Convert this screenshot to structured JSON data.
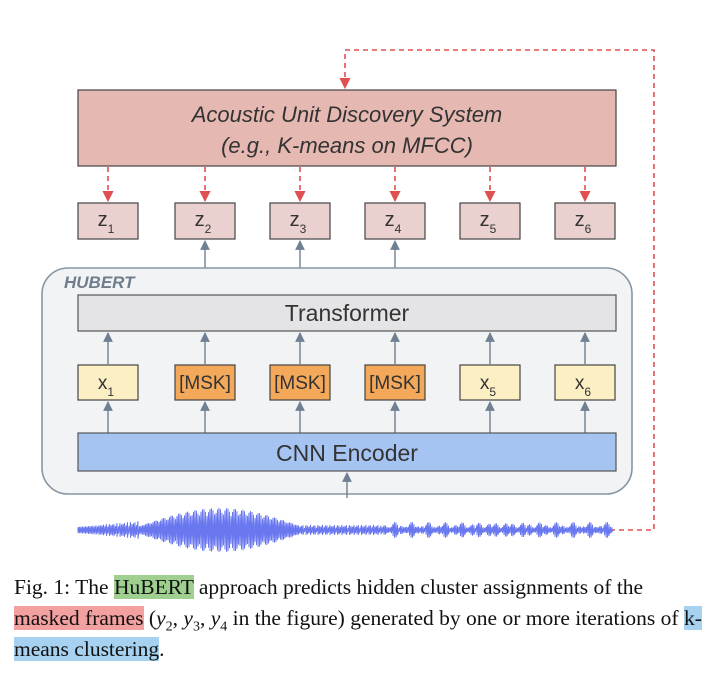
{
  "figure": {
    "aud_system": {
      "line1": "Acoustic Unit Discovery System",
      "line2": "(e.g., K-means on MFCC)"
    },
    "targets": [
      {
        "base": "z",
        "sub": "1"
      },
      {
        "base": "z",
        "sub": "2"
      },
      {
        "base": "z",
        "sub": "3"
      },
      {
        "base": "z",
        "sub": "4"
      },
      {
        "base": "z",
        "sub": "5"
      },
      {
        "base": "z",
        "sub": "6"
      }
    ],
    "hubert_label": "HUBERT",
    "transformer_label": "Transformer",
    "inputs": [
      {
        "base": "x",
        "sub": "1",
        "masked": false
      },
      {
        "base": "[MSK]",
        "sub": "",
        "masked": true
      },
      {
        "base": "[MSK]",
        "sub": "",
        "masked": true
      },
      {
        "base": "[MSK]",
        "sub": "",
        "masked": true
      },
      {
        "base": "x",
        "sub": "5",
        "masked": false
      },
      {
        "base": "x",
        "sub": "6",
        "masked": false
      }
    ],
    "encoder_label": "CNN Encoder",
    "colors": {
      "aud_fill": "#e6b8b2",
      "target_fill": "#ead1d0",
      "transformer_fill": "#e4e4e6",
      "input_fill": "#fdefc4",
      "mask_fill": "#f4a85a",
      "encoder_fill": "#a5c4f2",
      "waveform": "#6a78f0",
      "dashed_arrow": "#e05050",
      "solid_arrow": "#6f8092"
    }
  },
  "caption": {
    "prefix": "Fig. 1: The ",
    "hubert": "HuBERT",
    "part1": " approach predicts hidden cluster assignments of the ",
    "masked": "masked frames",
    "part2": " (",
    "y": "y",
    "s2": "2",
    "s3": "3",
    "s4": "4",
    "part3": " in the figure) generated by one or more iterations of ",
    "kmeans": "k-means clustering",
    "suffix": "."
  }
}
